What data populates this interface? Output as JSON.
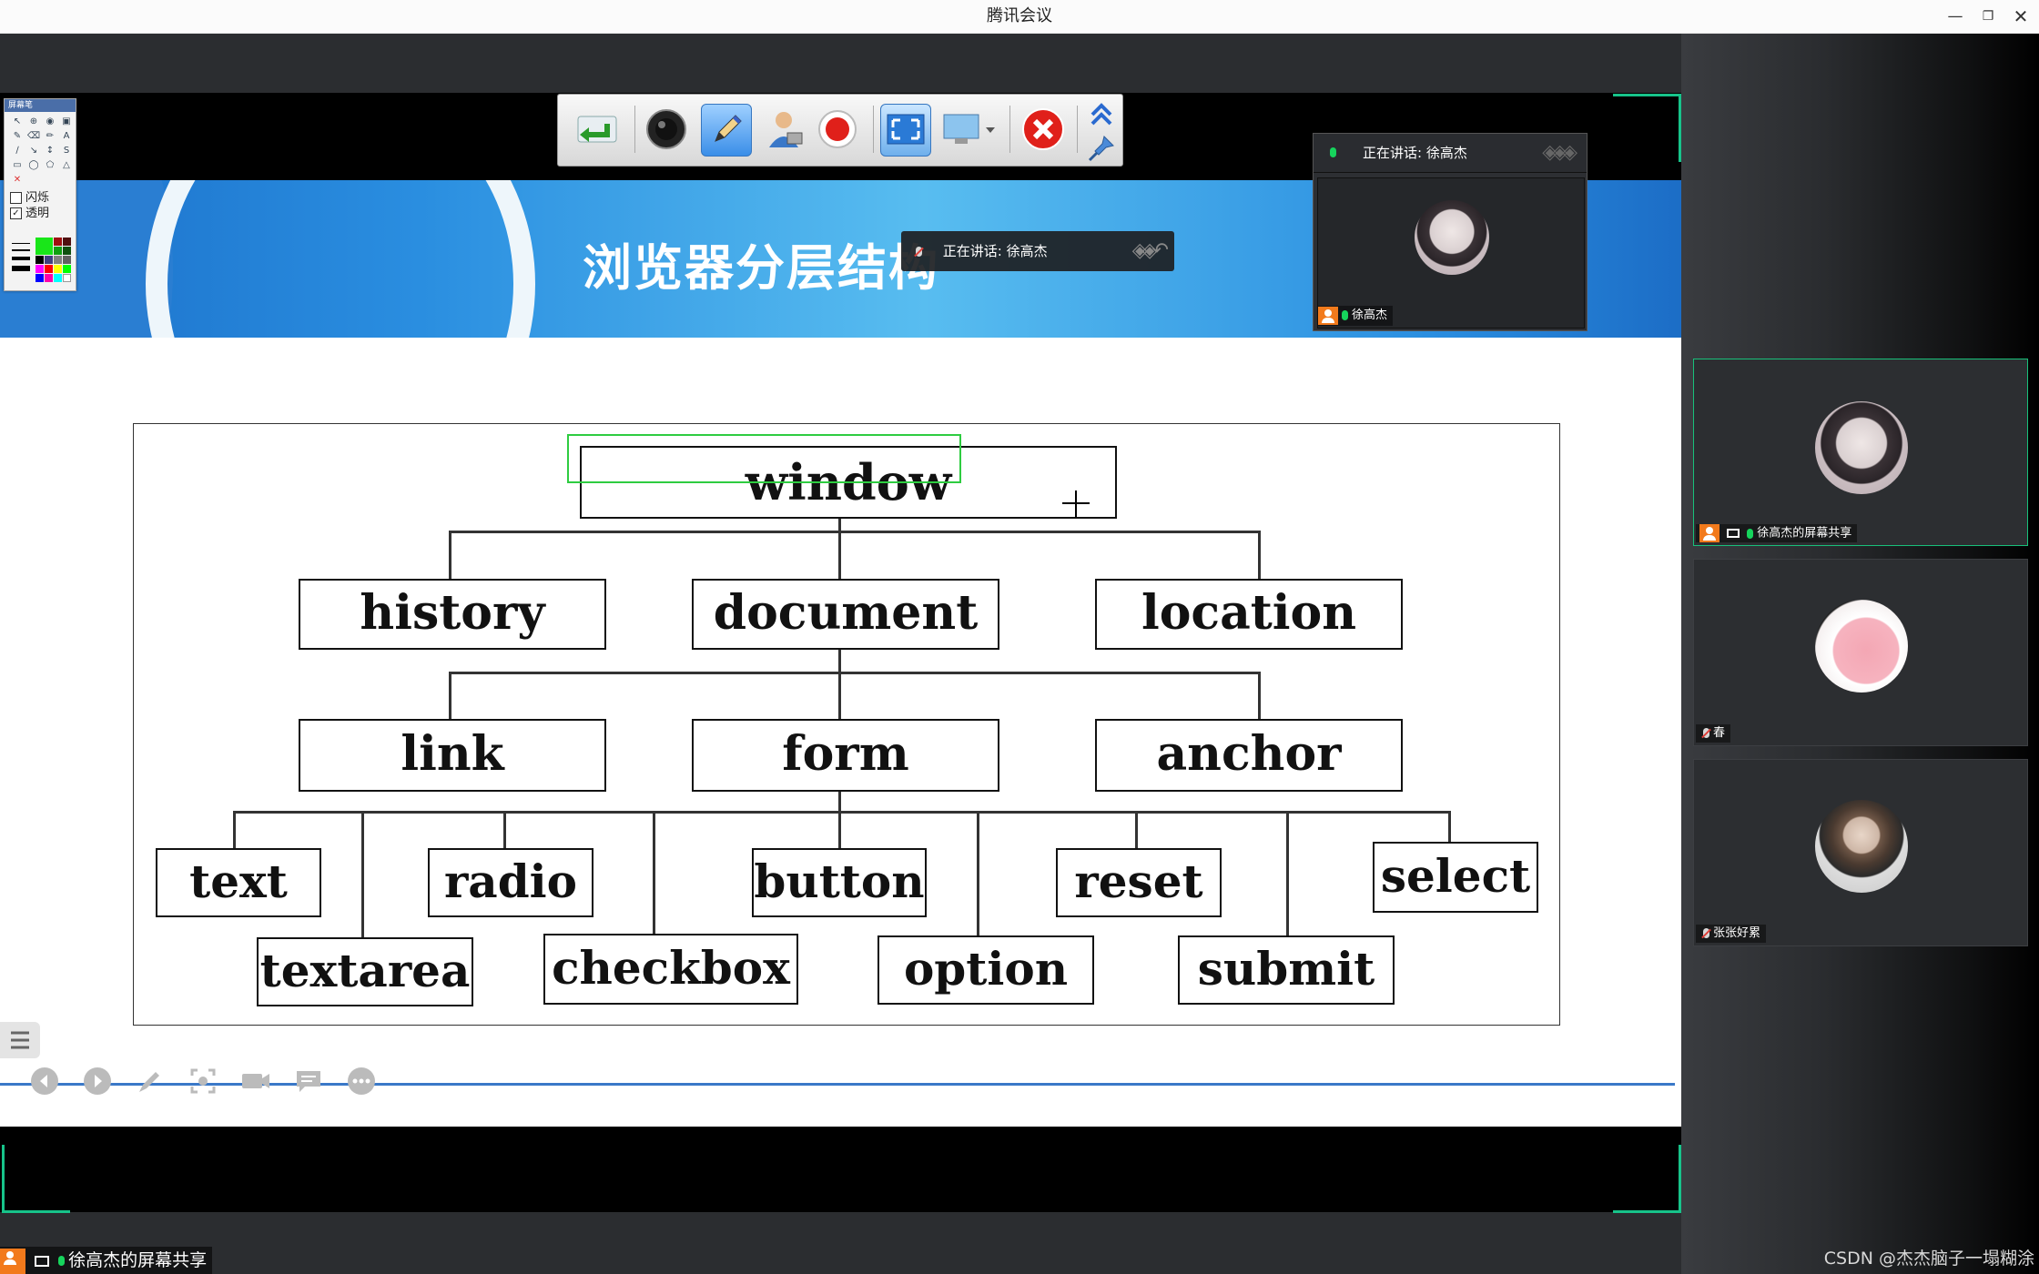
{
  "app": {
    "title": "腾讯会议"
  },
  "slide": {
    "title": "浏览器分层结构"
  },
  "diagram": {
    "nodes": {
      "window": "window",
      "history": "history",
      "document": "document",
      "location": "location",
      "link": "link",
      "form": "form",
      "anchor": "anchor",
      "text": "text",
      "radio": "radio",
      "button": "button",
      "reset": "reset",
      "select": "select",
      "textarea": "textarea",
      "checkbox": "checkbox",
      "option": "option",
      "submit": "submit"
    }
  },
  "annotation_panel": {
    "title": "屏幕笔",
    "flash_label": "闪烁",
    "transparent_label": "透明"
  },
  "speaker_ribbon": {
    "text": "正在讲话: 徐高杰"
  },
  "popup": {
    "speaking": "正在讲话: 徐高杰",
    "name": "徐高杰"
  },
  "participants": [
    {
      "name": "徐高杰的屏幕共享",
      "mic": "on"
    },
    {
      "name": "春",
      "mic": "off"
    },
    {
      "name": "张张好累",
      "mic": "off"
    }
  ],
  "share_label": "徐高杰的屏幕共享",
  "watermark": "CSDN @杰杰脑子一塌糊涂",
  "colors": {
    "accent_green": "#18c07a",
    "banner_blue": "#2a8ee0",
    "record_red": "#e0403a"
  }
}
